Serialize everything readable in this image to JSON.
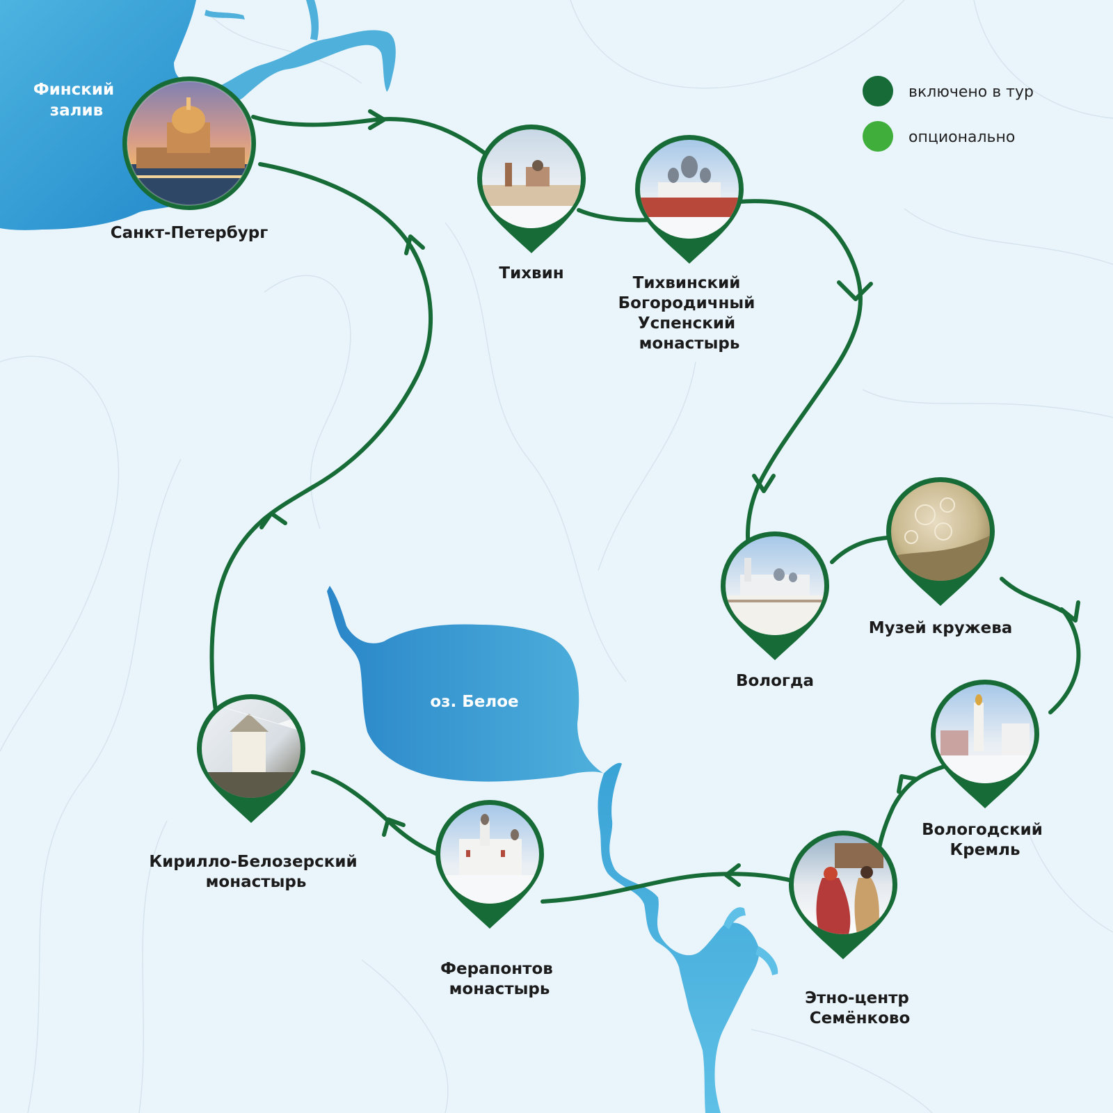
{
  "water": {
    "gulf_label": [
      "Финский",
      "залив"
    ],
    "lake_label": "оз. Белое"
  },
  "legend": {
    "included": {
      "label": "включено в тур",
      "color": "#176b36"
    },
    "optional": {
      "label": "опционально",
      "color": "#3fae3a"
    }
  },
  "stops": [
    {
      "id": "spb",
      "label": [
        "Санкт-Петербург"
      ],
      "status": "included",
      "icon": "cathedral-photo"
    },
    {
      "id": "tikhvin",
      "label": [
        "Тихвин"
      ],
      "status": "included",
      "icon": "monastery-winter-photo"
    },
    {
      "id": "tikhvin-mon",
      "label": [
        "Тихвинский",
        "Богородичный",
        "Успенский",
        "монастырь"
      ],
      "status": "included",
      "icon": "cathedral-domes-photo"
    },
    {
      "id": "vologda",
      "label": [
        "Вологда"
      ],
      "status": "included",
      "icon": "monastery-snow-photo"
    },
    {
      "id": "lace",
      "label": [
        "Музей кружева"
      ],
      "status": "included",
      "icon": "lace-photo"
    },
    {
      "id": "kremlin",
      "label": [
        "Вологодский",
        "Кремль"
      ],
      "status": "included",
      "icon": "kremlin-photo"
    },
    {
      "id": "semenkovo",
      "label": [
        "Этно-центр",
        "Семёнково"
      ],
      "status": "included",
      "icon": "folk-people-photo"
    },
    {
      "id": "ferapontov",
      "label": [
        "Ферапонтов",
        "монастырь"
      ],
      "status": "included",
      "icon": "white-church-photo"
    },
    {
      "id": "kirillo",
      "label": [
        "Кирилло-Белозерский",
        "монастырь"
      ],
      "status": "included",
      "icon": "fortress-tower-photo"
    }
  ]
}
